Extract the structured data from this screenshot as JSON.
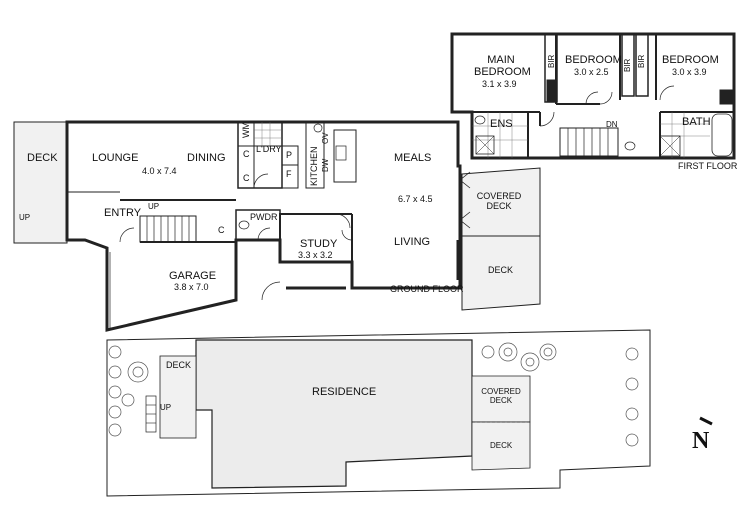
{
  "ground_floor": {
    "title": "GROUND FLOOR",
    "rooms": {
      "deck": {
        "name": "DECK"
      },
      "lounge": {
        "name": "LOUNGE",
        "dim": "4.0 x 7.4"
      },
      "dining": {
        "name": "DINING"
      },
      "entry": {
        "name": "ENTRY"
      },
      "garage": {
        "name": "GARAGE",
        "dim": "3.8 x 7.0"
      },
      "ldry": {
        "name": "L'DRY"
      },
      "wm": {
        "name": "WM"
      },
      "c1": {
        "name": "C"
      },
      "c2": {
        "name": "C"
      },
      "p": {
        "name": "P"
      },
      "f": {
        "name": "F"
      },
      "kitchen": {
        "name": "KITCHEN"
      },
      "ov": {
        "name": "OV"
      },
      "dw": {
        "name": "DW"
      },
      "meals": {
        "name": "MEALS",
        "dim": "6.7 x 4.5"
      },
      "living": {
        "name": "LIVING"
      },
      "pwdr": {
        "name": "PWDR"
      },
      "study": {
        "name": "STUDY",
        "dim": "3.3 x 3.2"
      },
      "covered_deck": {
        "name": "COVERED DECK"
      },
      "deck2": {
        "name": "DECK"
      }
    },
    "marks": {
      "up1": "UP",
      "up2": "UP"
    }
  },
  "first_floor": {
    "title": "FIRST FLOOR",
    "rooms": {
      "main_bedroom": {
        "name": "MAIN BEDROOM",
        "dim": "3.1 x 3.9"
      },
      "bedroom2": {
        "name": "BEDROOM",
        "dim": "3.0 x 2.5"
      },
      "bedroom3": {
        "name": "BEDROOM",
        "dim": "3.0 x 3.9"
      },
      "bir1": {
        "name": "BIR"
      },
      "bir2": {
        "name": "BIR"
      },
      "bir3": {
        "name": "BIR"
      },
      "ens": {
        "name": "ENS"
      },
      "bath": {
        "name": "BATH"
      }
    },
    "marks": {
      "dn": "DN"
    }
  },
  "site_plan": {
    "residence": "RESIDENCE",
    "deck_left": "DECK",
    "up": "UP",
    "covered_deck": "COVERED DECK",
    "deck_right": "DECK"
  },
  "north": {
    "label": "N"
  },
  "colors": {
    "line": "#222222",
    "residence_fill": "#ececec",
    "deck_fill": "#f1f1f1",
    "tree": "#555555"
  }
}
